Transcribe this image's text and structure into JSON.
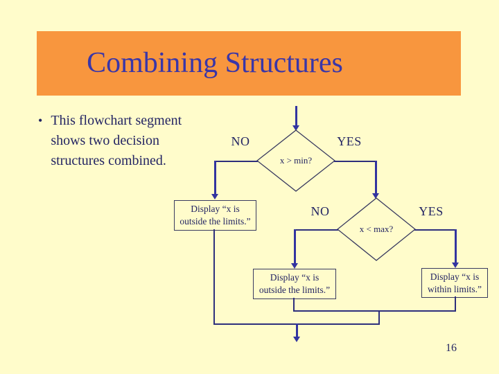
{
  "slide": {
    "background_color": "#FFFCCB",
    "page_number": "16"
  },
  "title": {
    "text": "Combining Structures",
    "bar_color": "#F8963E",
    "text_color": "#3A36A8"
  },
  "bullet": {
    "marker": "•",
    "text": "This flowchart segment shows two decision structures combined."
  },
  "flowchart": {
    "decision1": {
      "label": "x > min?",
      "no_label": "NO",
      "yes_label": "YES"
    },
    "decision2": {
      "label": "x < max?",
      "no_label": "NO",
      "yes_label": "YES"
    },
    "box_outside1": {
      "line1": "Display “x is",
      "line2": "outside the limits.”"
    },
    "box_outside2": {
      "line1": "Display “x is",
      "line2": "outside the limits.”"
    },
    "box_within": {
      "line1": "Display “x is",
      "line2": "within limits.”"
    },
    "colors": {
      "line": "#2D2E7C",
      "arrow": "#3234A0",
      "box_border": "#38395F",
      "text": "#232463"
    }
  }
}
